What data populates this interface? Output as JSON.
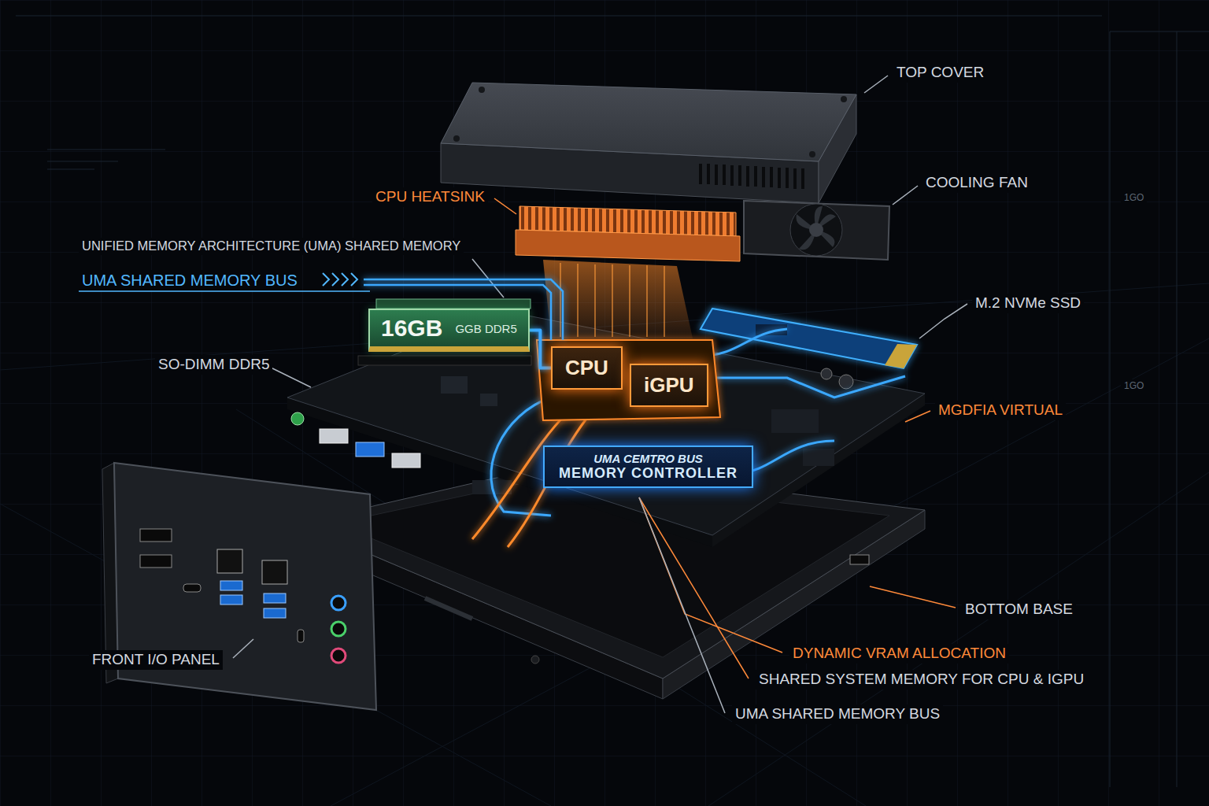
{
  "diagram": {
    "nodes": [
      {
        "text": [
          "16GB",
          "GGB DDR5"
        ]
      },
      {
        "text": [
          "CPU"
        ]
      },
      {
        "text": [
          "iGPU"
        ]
      },
      {
        "text": [
          "UMA CEMTRO BUS",
          "MEMORY CONTROLLER"
        ]
      }
    ],
    "edges": [
      {
        "from": 0,
        "to": 1,
        "arrow": "none"
      },
      {
        "from": 1,
        "to": 3,
        "arrow": "none"
      },
      {
        "from": 2,
        "to": 3,
        "arrow": "none"
      }
    ],
    "labels": [
      "TOP COVER",
      "COOLING FAN",
      "CPU HEATSINK",
      "UNIFIED MEMORY ARCHITECTURE (UMA) SHARED MEMORY",
      "UMA SHARED MEMORY BUS",
      "M.2 NVMe SSD",
      "SO-DIMM DDR5",
      "MGDFIA VIRTUAL",
      "FRONT I/O PANEL",
      "BOTTOM BASE",
      "DYNAMIC VRAM ALLOCATION",
      "SHARED SYSTEM MEMORY FOR CPU & IGPU",
      "UMA SHARED MEMORY BUS",
      "1GO",
      "1GO"
    ]
  }
}
